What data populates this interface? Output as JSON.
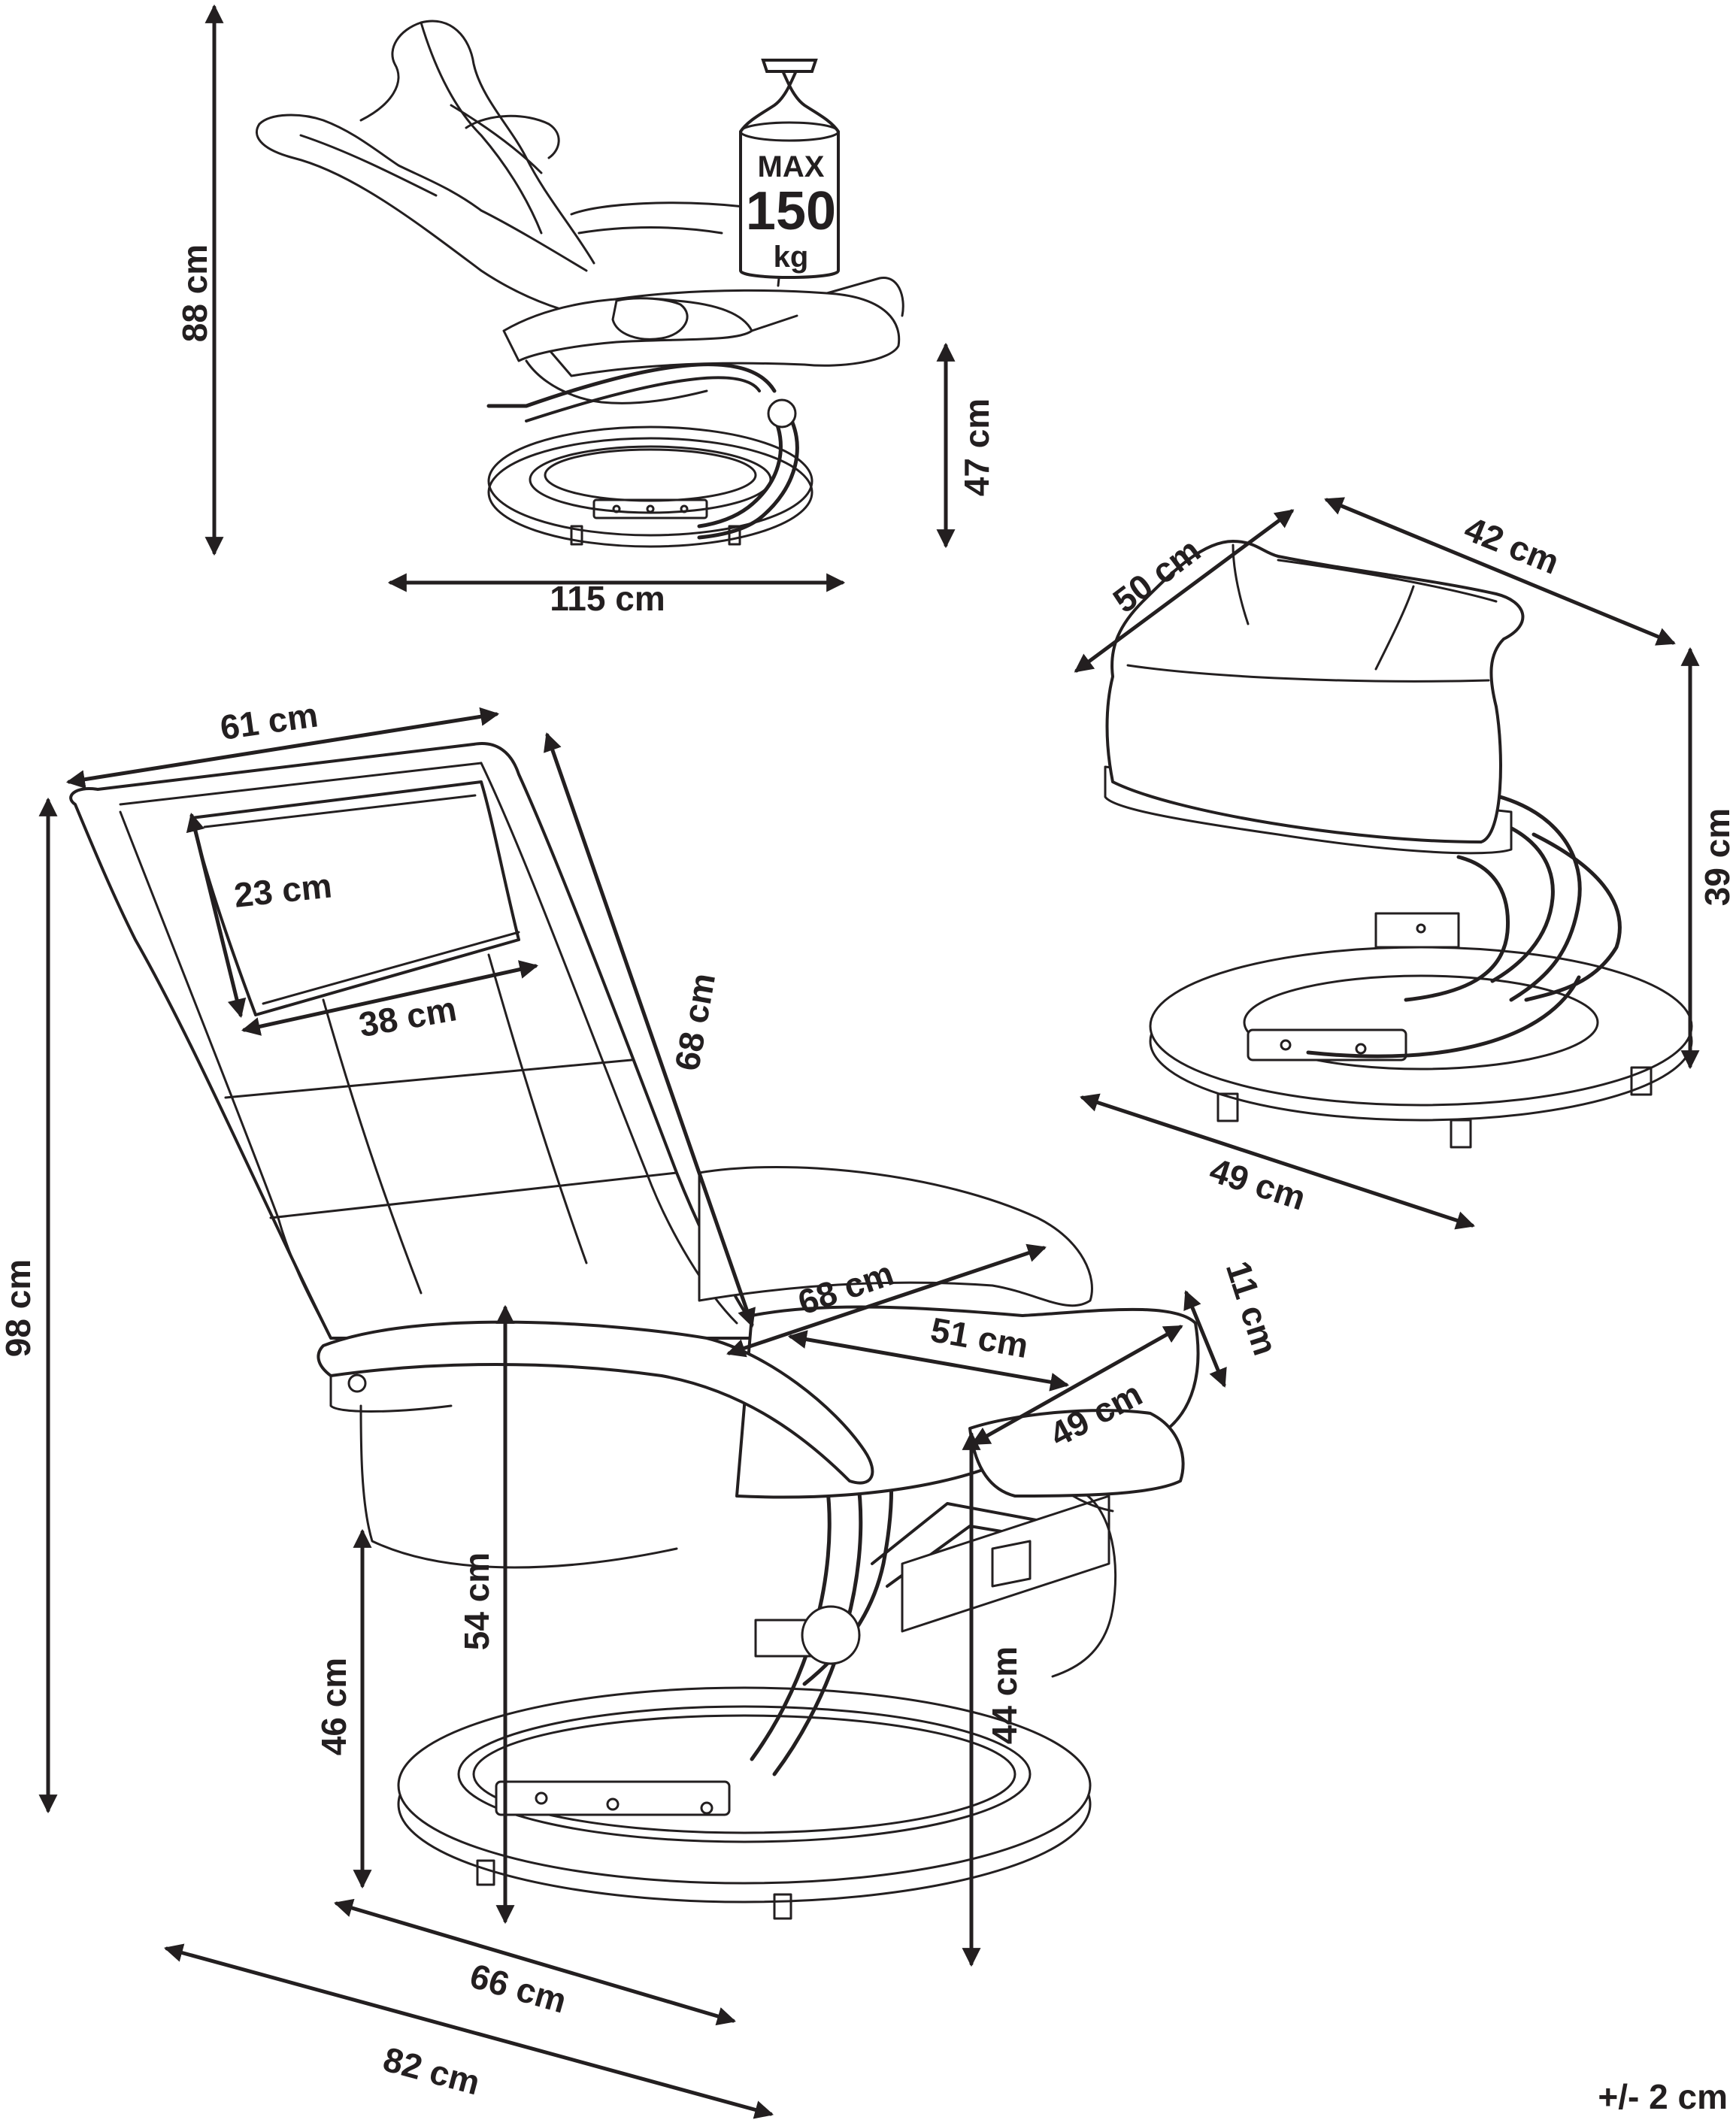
{
  "reclined_view": {
    "height": "88 cm",
    "length": "115 cm",
    "seat_height": "47 cm",
    "max_load": {
      "line1": "MAX",
      "line2": "150",
      "line3": "kg"
    }
  },
  "ottoman_view": {
    "depth": "50 cm",
    "width": "42 cm",
    "height": "39 cm",
    "base": "49 cm"
  },
  "chair_view": {
    "top_width": "61 cm",
    "height": "98 cm",
    "headrest_height": "23 cm",
    "headrest_width": "38 cm",
    "backrest_length": "68 cm",
    "seat_width": "68 cm",
    "seat_depth": "51 cm",
    "front_width": "49 cm",
    "cushion_thickness": "11 cm",
    "armrest_height": "54 cm",
    "seat_front_height": "44 cm",
    "under_height": "46 cm",
    "base_depth": "66 cm",
    "total_depth": "82 cm"
  },
  "tolerance": "+/- 2 cm",
  "colors": {
    "ink": "#231f20",
    "background": "#ffffff"
  },
  "icons": [
    "weight-icon",
    "arrow-icon"
  ]
}
